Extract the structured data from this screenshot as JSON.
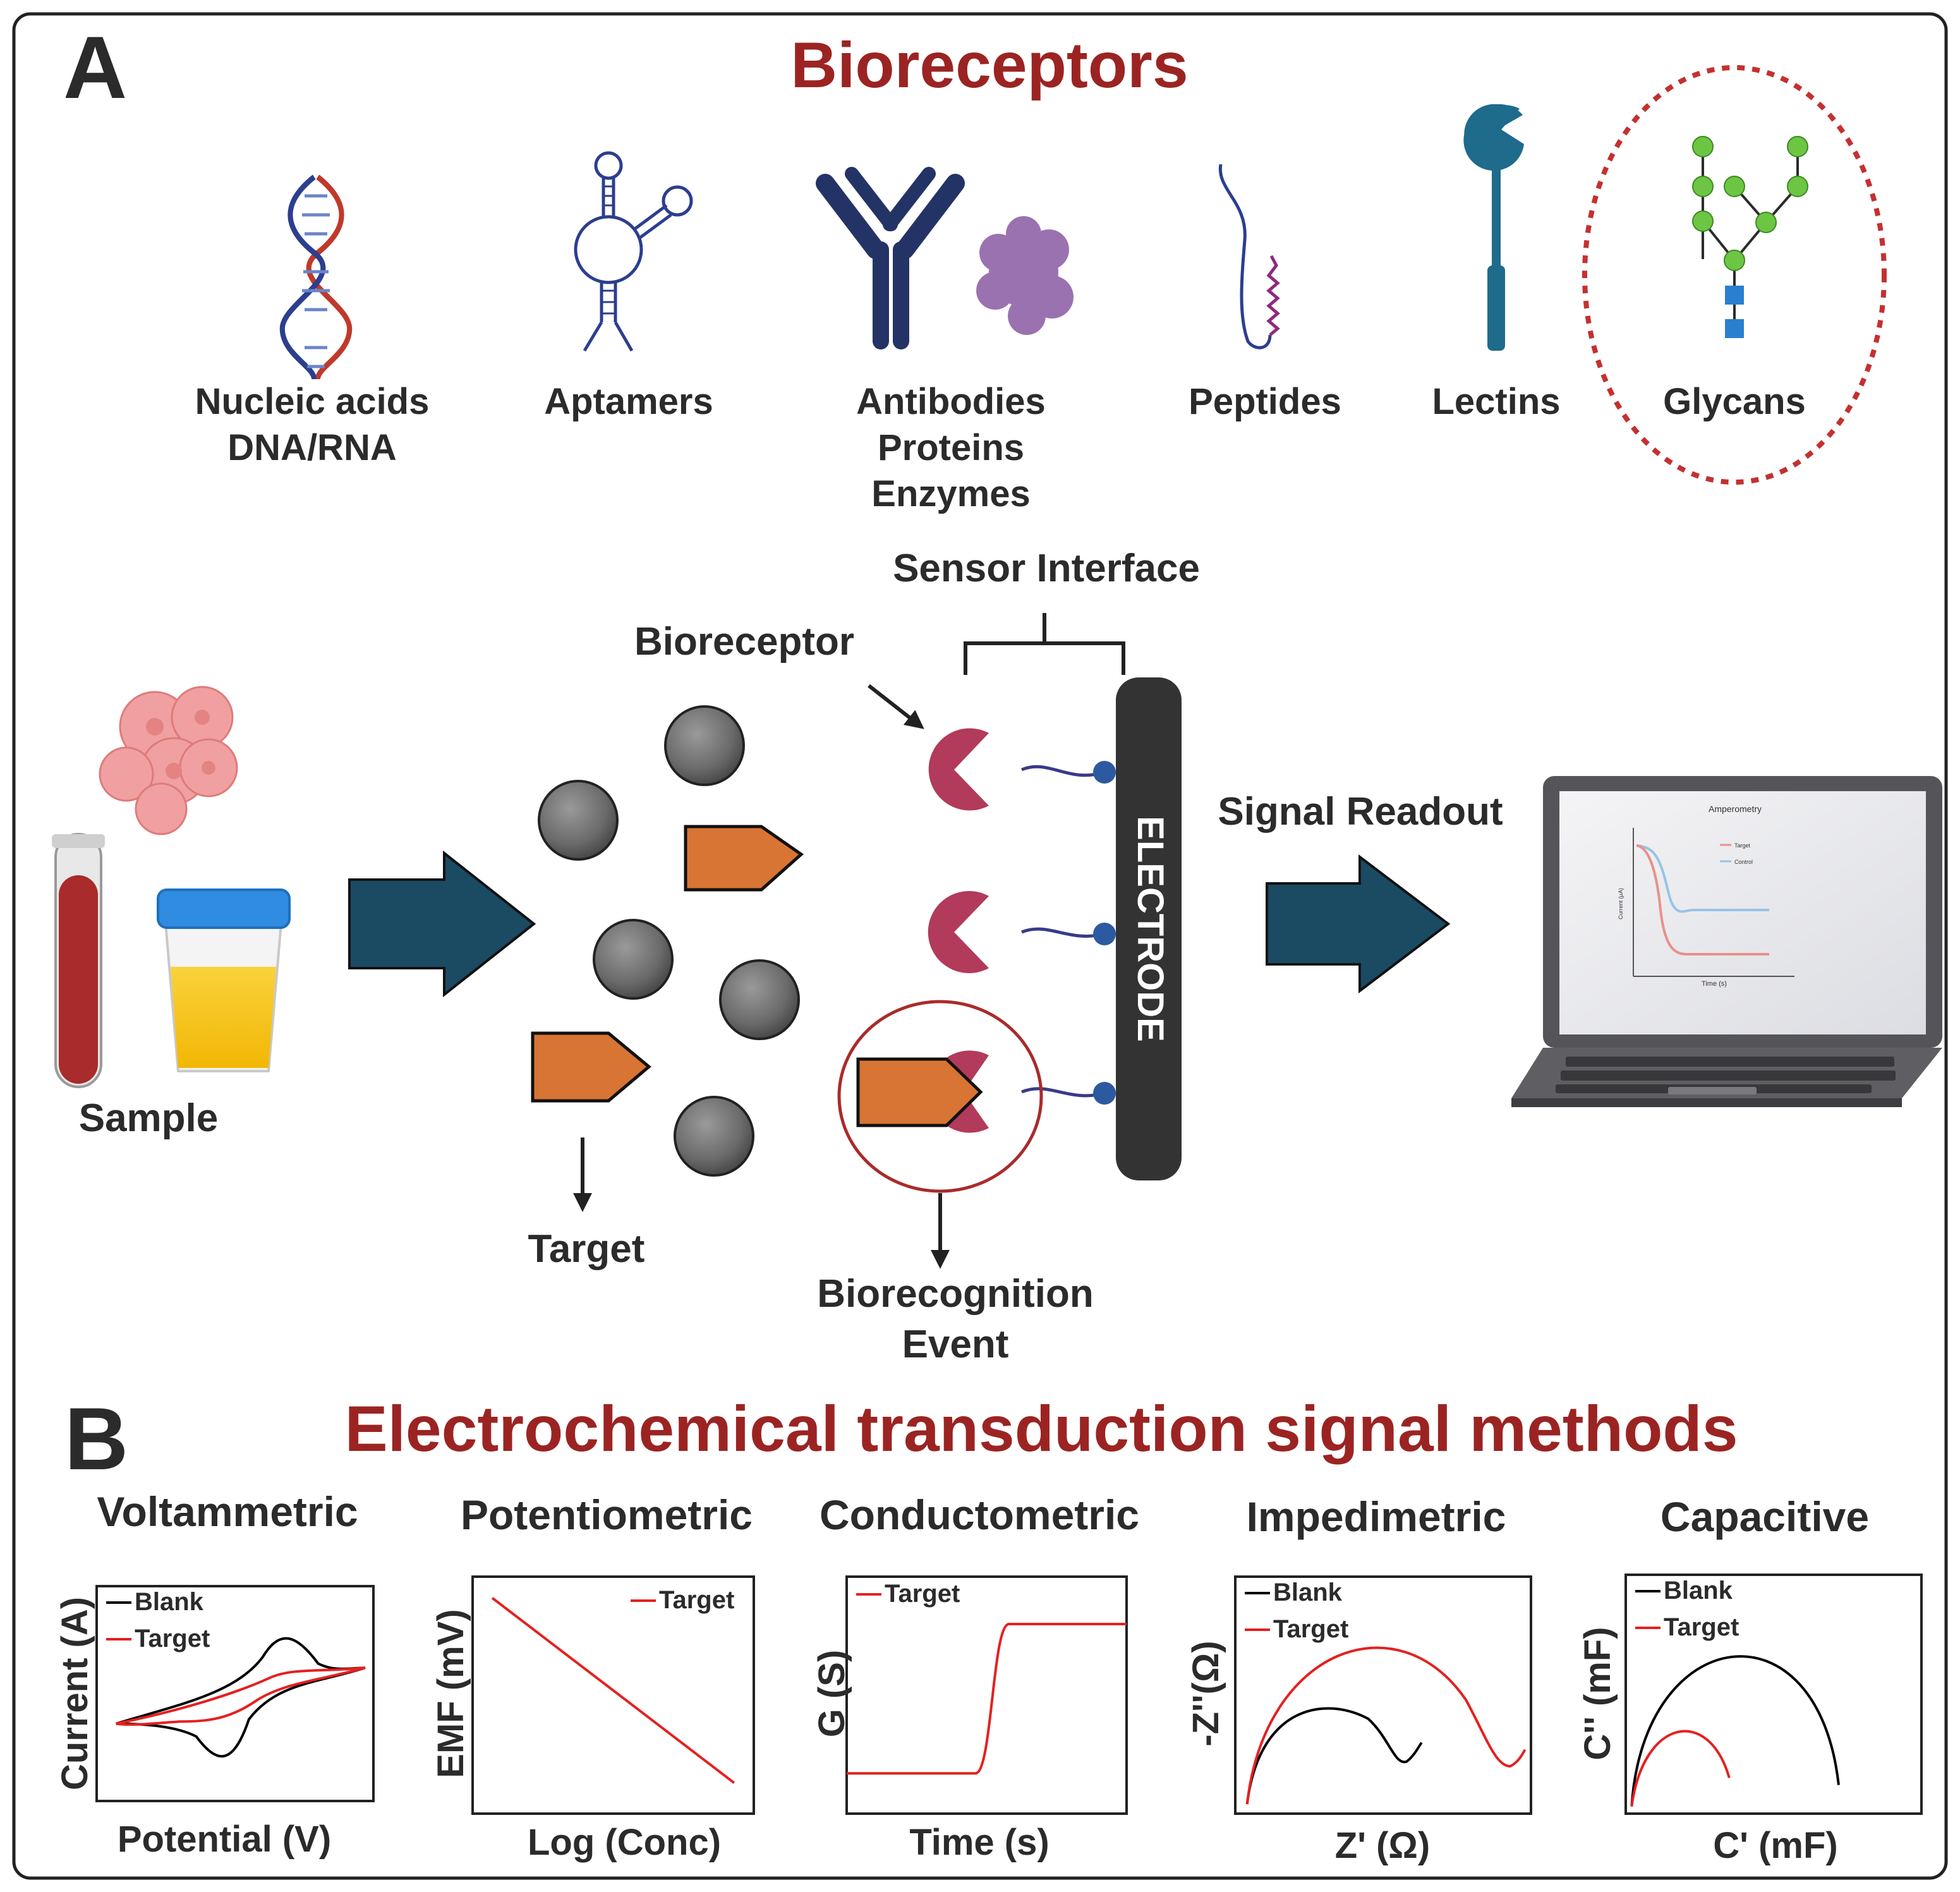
{
  "colors": {
    "title_red": "#9b2423",
    "dna_red": "#c0392b",
    "dna_blue": "#2c3e8f",
    "antibody_navy": "#243366",
    "protein_purple": "#9b72b0",
    "peptide_purple": "#8e2a7e",
    "lectin_teal": "#1e6b8c",
    "glycan_green": "#6cc644",
    "glycan_blue": "#2a7fd0",
    "target_orange": "#d87434",
    "bioreceptor_crimson": "#b23a5a",
    "arrow_teal": "#1b4a63",
    "electrode_dark": "#333333",
    "plot_red": "#e5201f",
    "plot_black": "#000000",
    "cell_pink": "#f0a0a0"
  },
  "panel_a": {
    "letter": "A",
    "title": "Bioreceptors",
    "bioreceptors": [
      {
        "lines": [
          "Nucleic acids",
          "DNA/RNA"
        ],
        "icon": "dna-icon"
      },
      {
        "lines": [
          "Aptamers"
        ],
        "icon": "aptamer-icon"
      },
      {
        "lines": [
          "Antibodies",
          "Proteins",
          "Enzymes"
        ],
        "icon": "antibody-icon"
      },
      {
        "lines": [
          "Peptides"
        ],
        "icon": "peptide-icon"
      },
      {
        "lines": [
          "Lectins"
        ],
        "icon": "lectin-icon"
      },
      {
        "lines": [
          "Glycans"
        ],
        "icon": "glycan-icon",
        "highlighted": true
      }
    ],
    "labels": {
      "sample": "Sample",
      "target": "Target",
      "bioreceptor": "Bioreceptor",
      "sensor_interface": "Sensor Interface",
      "electrode": "ELECTRODE",
      "biorecognition": [
        "Biorecognition",
        "Event"
      ],
      "signal_readout": "Signal Readout"
    },
    "laptop_screen": {
      "title": "Amperometry",
      "ylabel": "Current (µA)",
      "xlabel": "Time (s)",
      "legend": [
        "Target",
        "Control"
      ]
    }
  },
  "panel_b": {
    "letter": "B",
    "title": "Electrochemical transduction signal methods",
    "methods": [
      {
        "name": "Voltammetric",
        "xlabel": "Potential (V)",
        "ylabel": "Current (A)",
        "legend": [
          "Blank",
          "Target"
        ],
        "shape": "cv"
      },
      {
        "name": "Potentiometric",
        "xlabel": "Log (Conc)",
        "ylabel": "EMF (mV)",
        "legend": [
          "Target"
        ],
        "shape": "linear"
      },
      {
        "name": "Conductometric",
        "xlabel": "Time (s)",
        "ylabel": "G (S)",
        "legend": [
          "Target"
        ],
        "shape": "step"
      },
      {
        "name": "Impedimetric",
        "xlabel": "Z' (Ω)",
        "ylabel": "-Z''(Ω)",
        "legend": [
          "Blank",
          "Target"
        ],
        "shape": "nyquist"
      },
      {
        "name": "Capacitive",
        "xlabel": "C' (mF)",
        "ylabel": "C'' (mF)",
        "legend": [
          "Blank",
          "Target"
        ],
        "shape": "cole"
      }
    ]
  }
}
